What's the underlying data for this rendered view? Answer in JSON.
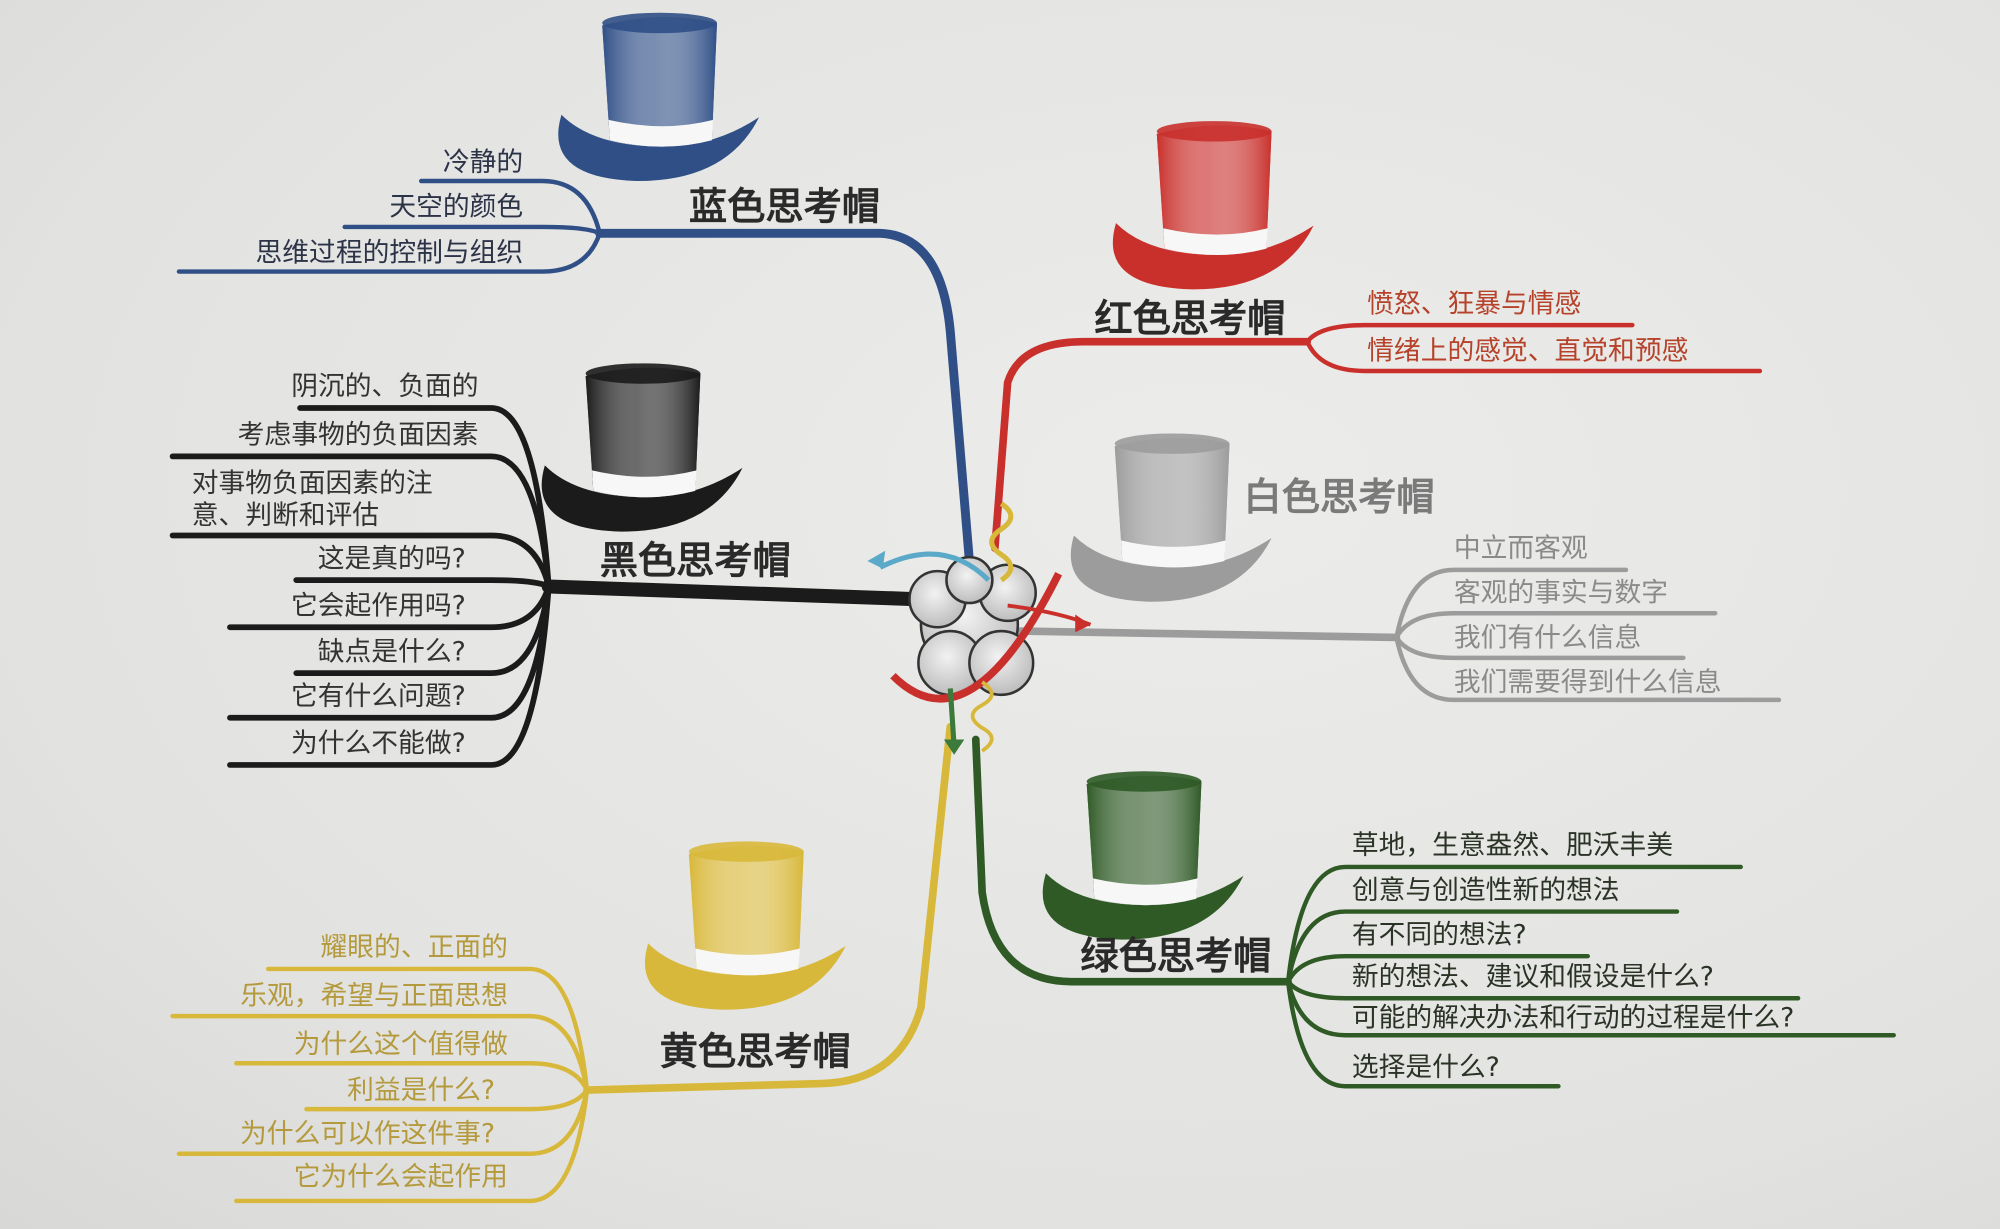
{
  "hats": [
    {
      "id": "blue",
      "title": "蓝色思考帽",
      "color": "#2f4f86",
      "text_color": "#2c3347",
      "leaves": [
        "冷静的",
        "天空的颜色",
        "思维过程的控制与组织"
      ]
    },
    {
      "id": "red",
      "title": "红色思考帽",
      "color": "#c9302c",
      "text_color": "#b6422a",
      "leaves": [
        "愤怒、狂暴与情感",
        "情绪上的感觉、直觉和预感"
      ]
    },
    {
      "id": "white",
      "title": "白色思考帽",
      "color": "#9c9c9c",
      "text_color": "#8a8a8a",
      "leaves": [
        "中立而客观",
        "客观的事实与数字",
        "我们有什么信息",
        "我们需要得到什么信息"
      ]
    },
    {
      "id": "green",
      "title": "绿色思考帽",
      "color": "#2f5a26",
      "text_color": "#2a3326",
      "leaves": [
        "草地，生意盎然、肥沃丰美",
        "创意与创造性新的想法",
        "有不同的想法?",
        "新的想法、建议和假设是什么?",
        "可能的解决办法和行动的过程是什么?",
        "选择是什么?"
      ]
    },
    {
      "id": "black",
      "title": "黑色思考帽",
      "color": "#1b1b1b",
      "text_color": "#333333",
      "leaves": [
        "阴沉的、负面的",
        "考虑事物的负面因素",
        "对事物负面因素的注\n意、判断和评估",
        "这是真的吗?",
        "它会起作用吗?",
        "缺点是什么?",
        "它有什么问题?",
        "为什么不能做?"
      ]
    },
    {
      "id": "yellow",
      "title": "黄色思考帽",
      "color": "#d8b83a",
      "text_color": "#b49a3c",
      "leaves": [
        "耀眼的、正面的",
        "乐观，希望与正面思想",
        "为什么这个值得做",
        "利益是什么?",
        "为什么可以作这件事?",
        "它为什么会起作用"
      ]
    }
  ]
}
